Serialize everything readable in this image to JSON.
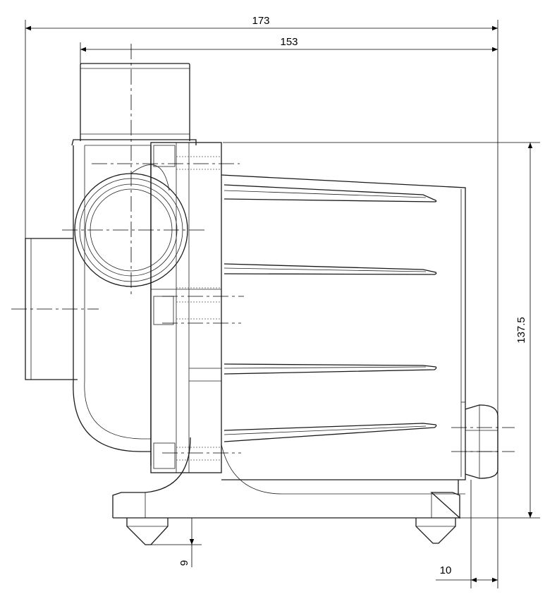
{
  "drawing": {
    "dimensions": {
      "overall_length": "173",
      "housing_length": "153",
      "height": "137.5",
      "foot_height": "9",
      "cable_offset": "10"
    }
  }
}
